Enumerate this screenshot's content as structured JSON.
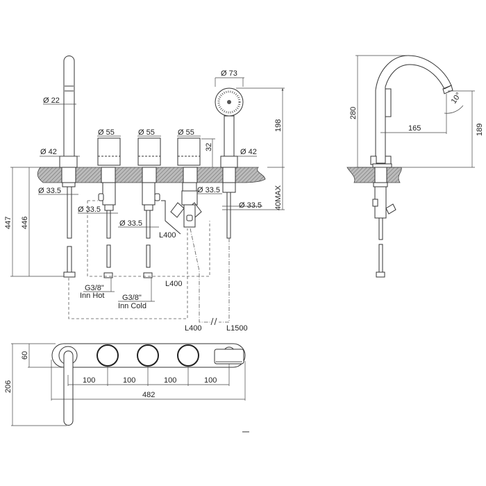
{
  "front_view": {
    "spout_diameter": "Ø 22",
    "spout_base_diameter": "Ø 42",
    "handle_diameters": [
      "Ø 55",
      "Ø 55",
      "Ø 55"
    ],
    "handshower_diameter": "Ø 73",
    "handshower_base_diameter": "Ø 42",
    "handle_height": "32",
    "handshower_height": "198",
    "deck_thickness": "40MAX",
    "fitting_diameters": [
      "Ø 33.5",
      "Ø 33.5",
      "Ø 33.5",
      "Ø 33.5",
      "Ø 33.5"
    ],
    "total_height_1": "447",
    "total_height_2": "446",
    "hose_lengths": [
      "L400",
      "L400",
      "L400",
      "L1500"
    ],
    "inlet_hot": {
      "thread": "G3/8\"",
      "label": "Inn Hot"
    },
    "inlet_cold": {
      "thread": "G3/8\"",
      "label": "Inn Cold"
    }
  },
  "side_view": {
    "height": "280",
    "outlet_height": "189",
    "reach": "165",
    "angle": "10°"
  },
  "plan_view": {
    "depth": "60",
    "lever_depth": "206",
    "spacings": [
      "100",
      "100",
      "100",
      "100"
    ],
    "total_width": "482"
  }
}
